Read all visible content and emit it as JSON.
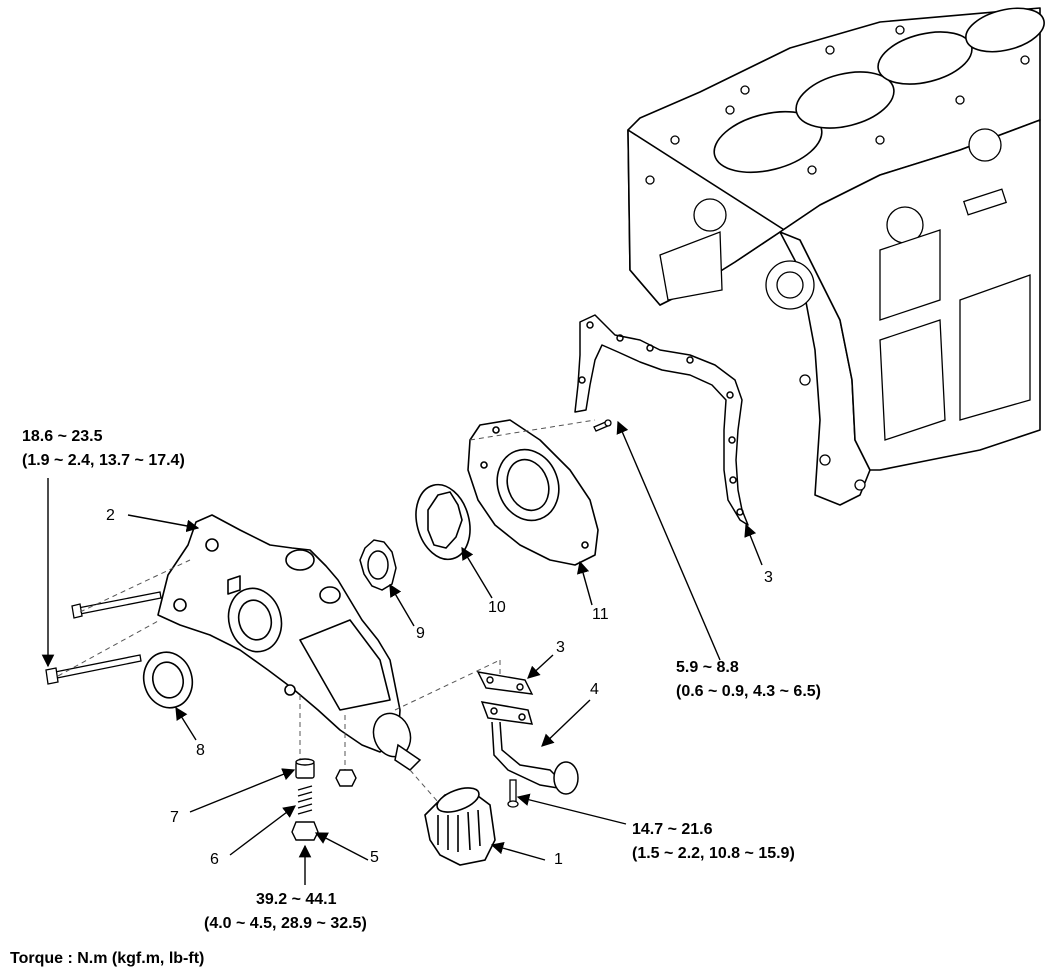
{
  "part_labels": {
    "p1": "1",
    "p2": "2",
    "p3a": "3",
    "p3b": "3",
    "p4": "4",
    "p5": "5",
    "p6": "6",
    "p7": "7",
    "p8": "8",
    "p9": "9",
    "p10": "10",
    "p11": "11"
  },
  "torques": {
    "t_cover_bolt": {
      "line1": "18.6 ~ 23.5",
      "line2": "(1.9 ~ 2.4, 13.7 ~ 17.4)"
    },
    "t_gasket_bolt": {
      "line1": "5.9 ~ 8.8",
      "line2": "(0.6 ~ 0.9, 4.3 ~ 6.5)"
    },
    "t_strainer_bolt": {
      "line1": "14.7 ~ 21.6",
      "line2": "(1.5 ~ 2.2, 10.8 ~ 15.9)"
    },
    "t_relief_plug": {
      "line1": "39.2 ~ 44.1",
      "line2": "(4.0 ~ 4.5, 28.9 ~ 32.5)"
    }
  },
  "legend": "Torque : N.m (kgf.m, lb-ft)"
}
